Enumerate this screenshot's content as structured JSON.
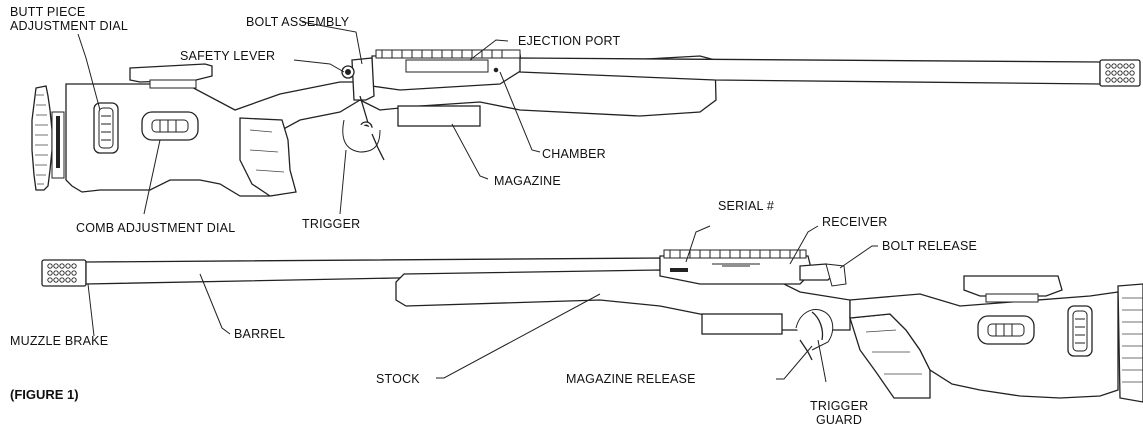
{
  "figure_caption": "(FIGURE 1)",
  "labels": {
    "butt_piece_line1": "BUTT PIECE",
    "butt_piece_line2": "ADJUSTMENT DIAL",
    "bolt_assembly": "BOLT ASSEMBLY",
    "safety_lever": "SAFETY LEVER",
    "ejection_port": "EJECTION PORT",
    "chamber": "CHAMBER",
    "magazine": "MAGAZINE",
    "comb_adjustment_dial": "COMB ADJUSTMENT DIAL",
    "trigger": "TRIGGER",
    "serial": "SERIAL #",
    "receiver": "RECEIVER",
    "bolt_release": "BOLT RELEASE",
    "muzzle_brake": "MUZZLE BRAKE",
    "barrel": "BARREL",
    "stock": "STOCK",
    "magazine_release": "MAGAZINE RELEASE",
    "trigger_guard_line1": "TRIGGER",
    "trigger_guard_line2": "GUARD"
  },
  "colors": {
    "ink": "#222222",
    "background": "#ffffff"
  }
}
